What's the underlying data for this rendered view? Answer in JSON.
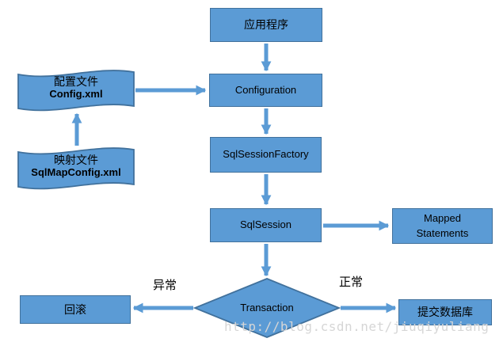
{
  "colors": {
    "shape_fill": "#5b9bd5",
    "shape_border": "#41719c",
    "arrow": "#5b9bd5",
    "text": "#000000",
    "watermark_text": "#d6d6d6",
    "background": "#ffffff"
  },
  "watermark": "http://blog.csdn.net/jiuqiyuliang",
  "nodes": {
    "app": {
      "label": "应用程序"
    },
    "configuration": {
      "label": "Configuration"
    },
    "sql_session_factory": {
      "label": "SqlSessionFactory"
    },
    "sql_session": {
      "label": "SqlSession"
    },
    "mapped_statements": {
      "label": "Mapped Statements"
    },
    "transaction": {
      "label": "Transaction"
    },
    "rollback": {
      "label": "回滚"
    },
    "commit_db": {
      "label": "提交数据库"
    },
    "config_file": {
      "title": "配置文件",
      "filename": "Config.xml"
    },
    "mapping_file": {
      "title": "映射文件",
      "filename": "SqlMapConfig.xml"
    }
  },
  "edge_labels": {
    "exception": "异常",
    "normal": "正常"
  }
}
